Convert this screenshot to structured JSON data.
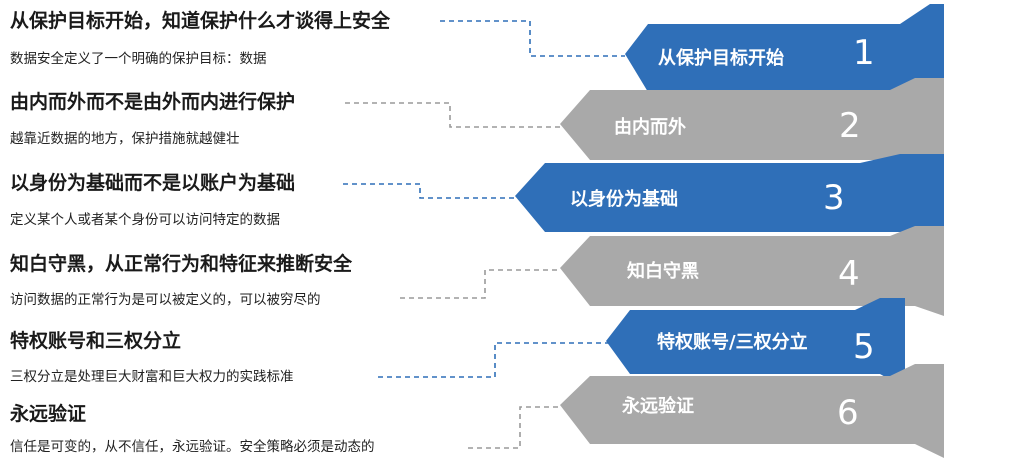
{
  "items": [
    {
      "number": "1",
      "label": "从保护目标开始",
      "title": "从保护目标开始，知道保护什么才谈得上安全",
      "desc": "数据安全定义了一个明确的保护目标：数据",
      "color": "blue"
    },
    {
      "number": "2",
      "label": "由内而外",
      "title": "由内而外而不是由外而内进行保护",
      "desc": "越靠近数据的地方，保护措施就越健壮",
      "color": "gray"
    },
    {
      "number": "3",
      "label": "以身份为基础",
      "title": "以身份为基础而不是以账户为基础",
      "desc": "定义某个人或者某个身份可以访问特定的数据",
      "color": "blue"
    },
    {
      "number": "4",
      "label": "知白守黑",
      "title": "知白守黑，从正常行为和特征来推断安全",
      "desc": "访问数据的正常行为是可以被定义的，可以被穷尽的",
      "color": "gray"
    },
    {
      "number": "5",
      "label": "特权账号/三权分立",
      "title": "特权账号和三权分立",
      "desc": "三权分立是处理巨大财富和巨大权力的实践标准",
      "color": "blue"
    },
    {
      "number": "6",
      "label": "永远验证",
      "title": "永远验证",
      "desc": "信任是可变的，从不信任，永远验证。安全策略必须是动态的",
      "color": "gray"
    }
  ],
  "colors": {
    "blue": "#2f6fb8",
    "gray": "#a9a9a9",
    "text": "#1a1a1a",
    "dash_blue": "#2f6fb8",
    "dash_gray": "#9a9a9a"
  }
}
